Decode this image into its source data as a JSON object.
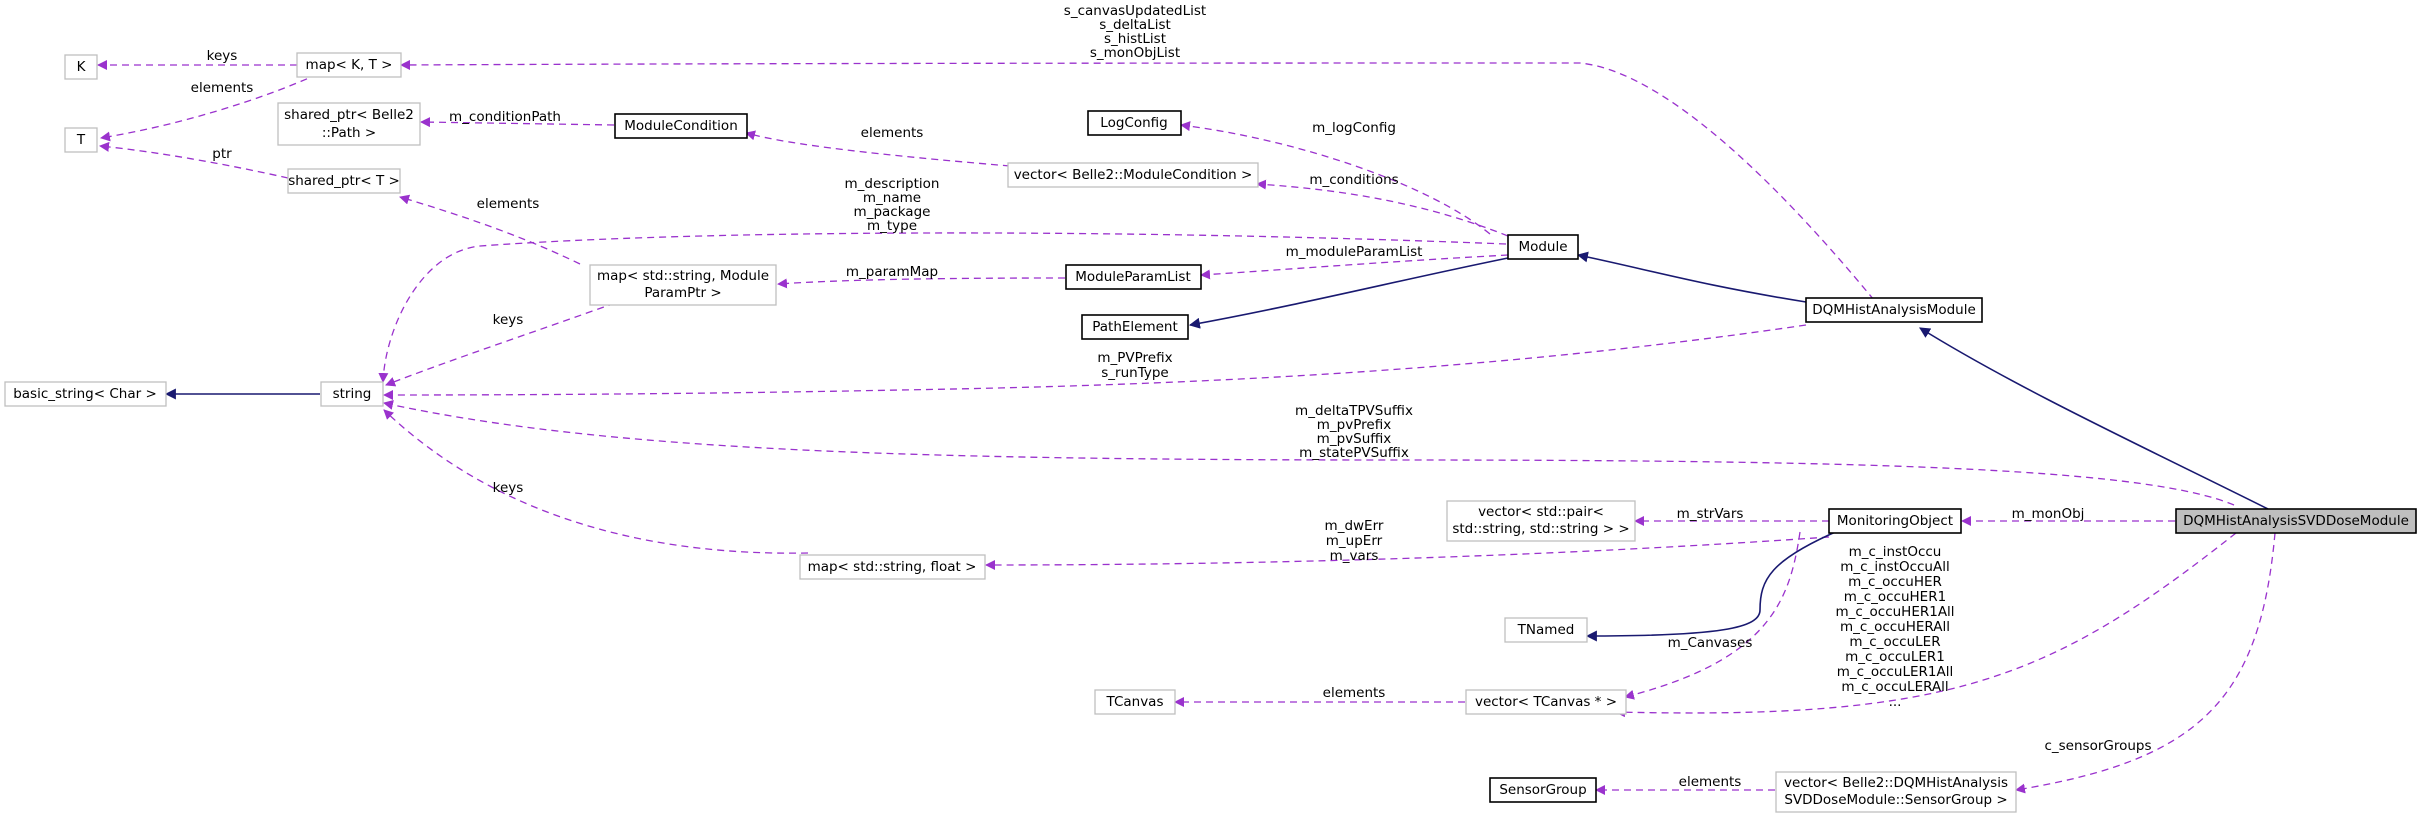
{
  "nodes": {
    "K": "K",
    "T": "T",
    "map_KT": "map< K, T >",
    "shared_ptr_path_1": "shared_ptr< Belle2",
    "shared_ptr_path_2": "::Path >",
    "module_condition": "ModuleCondition",
    "log_config": "LogConfig",
    "vector_module_condition": "vector< Belle2::ModuleCondition >",
    "shared_ptr_T": "shared_ptr< T >",
    "map_param_1": "map< std::string, Module",
    "map_param_2": "ParamPtr >",
    "module": "Module",
    "module_param_list": "ModuleParamList",
    "path_element": "PathElement",
    "dqm_hist_analysis_module": "DQMHistAnalysisModule",
    "basic_string": "basic_string< Char >",
    "string": "string",
    "vector_pair_1": "vector< std::pair<",
    "vector_pair_2": "std::string, std::string > >",
    "monitoring_object": "MonitoringObject",
    "dqm_svd_dose": "DQMHistAnalysisSVDDoseModule",
    "map_string_float": "map< std::string, float >",
    "tnamed": "TNamed",
    "tcanvas": "TCanvas",
    "vector_tcanvas": "vector< TCanvas * >",
    "sensor_group": "SensorGroup",
    "vector_sensor_group_1": "vector< Belle2::DQMHistAnalysis",
    "vector_sensor_group_2": "SVDDoseModule::SensorGroup >"
  },
  "edge_labels": {
    "keys_map": "keys",
    "elements_map": "elements",
    "ptr": "ptr",
    "m_conditionPath": "m_conditionPath",
    "elements_condition": "elements",
    "m_logConfig": "m_logConfig",
    "m_conditions": "m_conditions",
    "elements_shared": "elements",
    "module_strings": [
      "m_description",
      "m_name",
      "m_package",
      "m_type"
    ],
    "m_moduleParamList": "m_moduleParamList",
    "m_paramMap": "m_paramMap",
    "keys_param": "keys",
    "dqm_lists": [
      "s_canvasUpdatedList",
      "s_deltaList",
      "s_histList",
      "s_monObjList"
    ],
    "pv_prefix": [
      "m_PVPrefix",
      "s_runType"
    ],
    "svd_strings": [
      "m_deltaTPVSuffix",
      "m_pvPrefix",
      "m_pvSuffix",
      "m_statePVSuffix"
    ],
    "keys_float": "keys",
    "m_strVars": "m_strVars",
    "m_monObj": "m_monObj",
    "err_vars": [
      "m_dwErr",
      "m_upErr",
      "m_vars"
    ],
    "canvases_list": [
      "m_c_instOccu",
      "m_c_instOccuAll",
      "m_c_occuHER",
      "m_c_occuHER1",
      "m_c_occuHER1All",
      "m_c_occuHERAll",
      "m_c_occuLER",
      "m_c_occuLER1",
      "m_c_occuLER1All",
      "m_c_occuLERAll",
      "..."
    ],
    "m_Canvases": "m_Canvases",
    "elements_tcanvas": "elements",
    "c_sensorGroups": "c_sensorGroups",
    "elements_sensor": "elements"
  },
  "colors": {
    "usage_edge": "#9a32cd",
    "inheritance_edge": "#191970",
    "highlight_node": "#bfbfbf"
  }
}
